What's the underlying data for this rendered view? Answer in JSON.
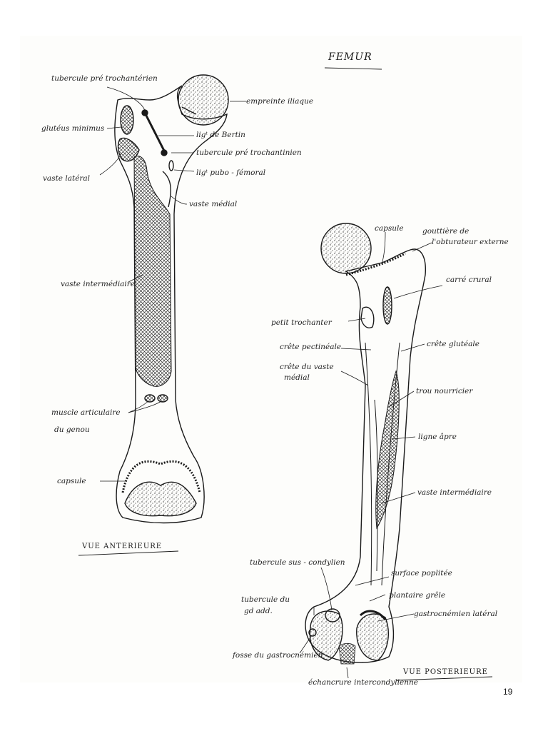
{
  "title": "FEMUR",
  "page_number": "19",
  "anterior": {
    "view_label": "VUE ANTERIEURE",
    "labels": {
      "tubercule_pre_top": "tubercule pré trochantérien",
      "empreinte_iliaque": "empreinte iliaque",
      "gluteus_minimus": "glutéus minimus",
      "lig_bertin": "ligᵗ de Bertin",
      "tubercule_pre_mid": "tubercule pré trochantinien",
      "lig_pubo": "ligᵗ pubo - fémoral",
      "vaste_lateral": "vaste latéral",
      "vaste_medial": "vaste médial",
      "vaste_intermediaire": "vaste intermédiaire",
      "muscle_articulaire": "muscle articulaire",
      "du_genou": "du genou",
      "capsule": "capsule"
    }
  },
  "posterior": {
    "view_label": "VUE POSTERIEURE",
    "labels": {
      "capsule": "capsule",
      "gouttiere_1": "gouttière de",
      "gouttiere_2": "l'obturateur externe",
      "carre_crural": "carré crural",
      "petit_trochanter": "petit trochanter",
      "crete_pectineale": "crête pectinéale",
      "crete_glutéale": "crête glutéale",
      "crete_vaste_1": "crête du vaste",
      "crete_vaste_2": "médial",
      "trou_nourricier": "trou nourricier",
      "ligne_apre": "ligne âpre",
      "vaste_intermediaire": "vaste intermédiaire",
      "tubercule_sus": "tubercule sus - condylien",
      "surface_poplitee": "surface poplitée",
      "tubercule_gd_1": "tubercule du",
      "tubercule_gd_2": "gd add.",
      "plantaire_grele": "plantaire grêle",
      "gastrocnemien_lateral": "gastrocnémien latéral",
      "fosse_gastro": "fosse du gastrocnémien",
      "echancrure": "échancrure intercondylienne"
    }
  }
}
